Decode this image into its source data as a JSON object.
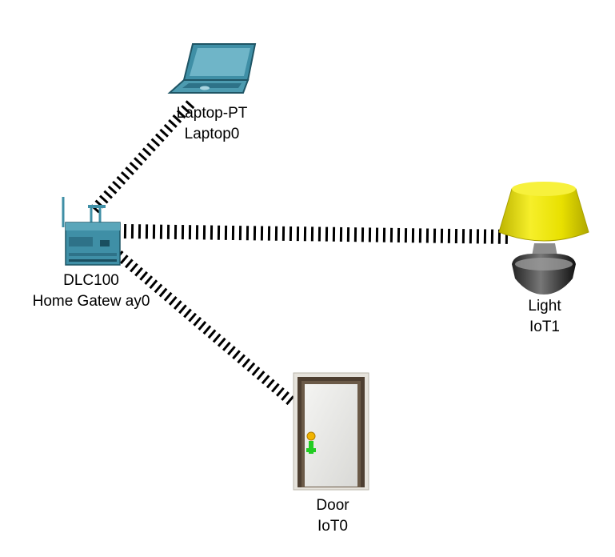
{
  "devices": {
    "laptop": {
      "model": "Laptop-PT",
      "name": "Laptop0",
      "icon": "laptop-icon"
    },
    "gateway": {
      "model": "DLC100",
      "name": "Home Gatew ay0",
      "icon": "home-gateway-icon"
    },
    "light": {
      "model": "Light",
      "name": "IoT1",
      "icon": "lamp-icon"
    },
    "door": {
      "model": "Door",
      "name": "IoT0",
      "icon": "door-icon"
    }
  },
  "links": [
    {
      "from": "gateway",
      "to": "laptop",
      "type": "wireless"
    },
    {
      "from": "gateway",
      "to": "light",
      "type": "wireless"
    },
    {
      "from": "gateway",
      "to": "door",
      "type": "wireless"
    }
  ],
  "colors": {
    "link": "#000000",
    "device_teal": "#3f8fa6",
    "lamp_shade": "#e8e000",
    "door_frame": "#5b4a3a",
    "door_handle": "#22cc22"
  }
}
